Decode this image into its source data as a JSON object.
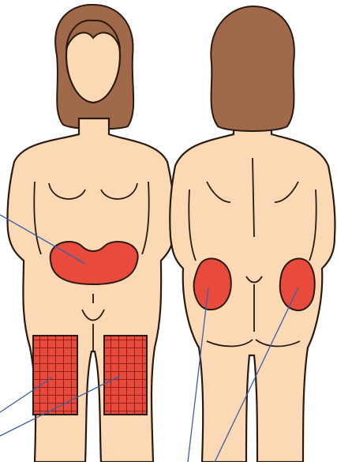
{
  "figure": {
    "views": [
      {
        "id": "front",
        "description_visible": false
      },
      {
        "id": "back",
        "description_visible": false
      }
    ],
    "injection_zones": [
      {
        "id": "abdomen",
        "view": "front",
        "pattern": "solid"
      },
      {
        "id": "left-thigh",
        "view": "front",
        "pattern": "grid"
      },
      {
        "id": "right-thigh",
        "view": "front",
        "pattern": "grid"
      },
      {
        "id": "left-upper-buttock",
        "view": "back",
        "pattern": "solid"
      },
      {
        "id": "right-upper-buttock",
        "view": "back",
        "pattern": "solid"
      }
    ],
    "colors": {
      "skin": "#fbd9b4",
      "hair": "#a0694a",
      "outline": "#2a1a12",
      "zone_fill": "#e84b3c",
      "zone_grid": "#7a1410",
      "pointer_line": "#3d5fa6",
      "background": "#ffffff"
    }
  }
}
